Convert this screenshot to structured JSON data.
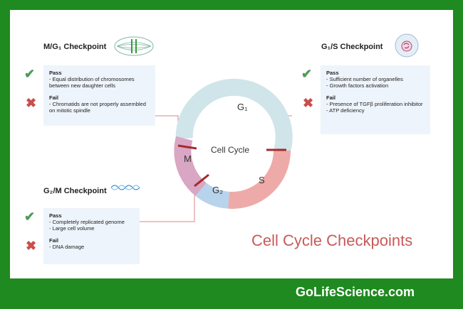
{
  "checkpoints": {
    "m_g1": {
      "title": "M/G₁ Checkpoint",
      "pass_label": "Pass",
      "pass_items": [
        "- Equal distribution of chromosomes between new daughter cells"
      ],
      "fail_label": "Fail",
      "fail_items": [
        "- Chromatids are not properly assembled on mitotic spindle"
      ]
    },
    "g1_s": {
      "title": "G₁/S Checkpoint",
      "pass_label": "Pass",
      "pass_items": [
        "- Sufficient number of organelles",
        "- Growth factors activation"
      ],
      "fail_label": "Fail",
      "fail_items": [
        "- Presence of TGFβ proliferation inhibitor",
        "- ATP deficiency"
      ]
    },
    "g2_m": {
      "title": "G₂/M Checkpoint",
      "pass_label": "Pass",
      "pass_items": [
        "- Completely replicated genome",
        "- Large cell volume"
      ],
      "fail_label": "Fail",
      "fail_items": [
        "- DNA damage"
      ]
    }
  },
  "cycle": {
    "center": "Cell Cycle",
    "phases": {
      "g1": "G₁",
      "s": "S",
      "g2": "G₂",
      "m": "M"
    }
  },
  "title": "Cell Cycle Checkpoints",
  "brand": "GoLifeScience.com",
  "icons": {
    "pass": "✔",
    "fail": "✖",
    "mitosis": "spindle-icon",
    "cell": "cell-icon",
    "dna": "dna-icon"
  },
  "colors": {
    "frame": "#1f8a1f",
    "g1": "#cfe5ea",
    "s": "#eeaaa8",
    "g2": "#b7d4ec",
    "m": "#d9a6c4",
    "checkpoint_bar": "#a52a2a",
    "title": "#c75a5a"
  }
}
